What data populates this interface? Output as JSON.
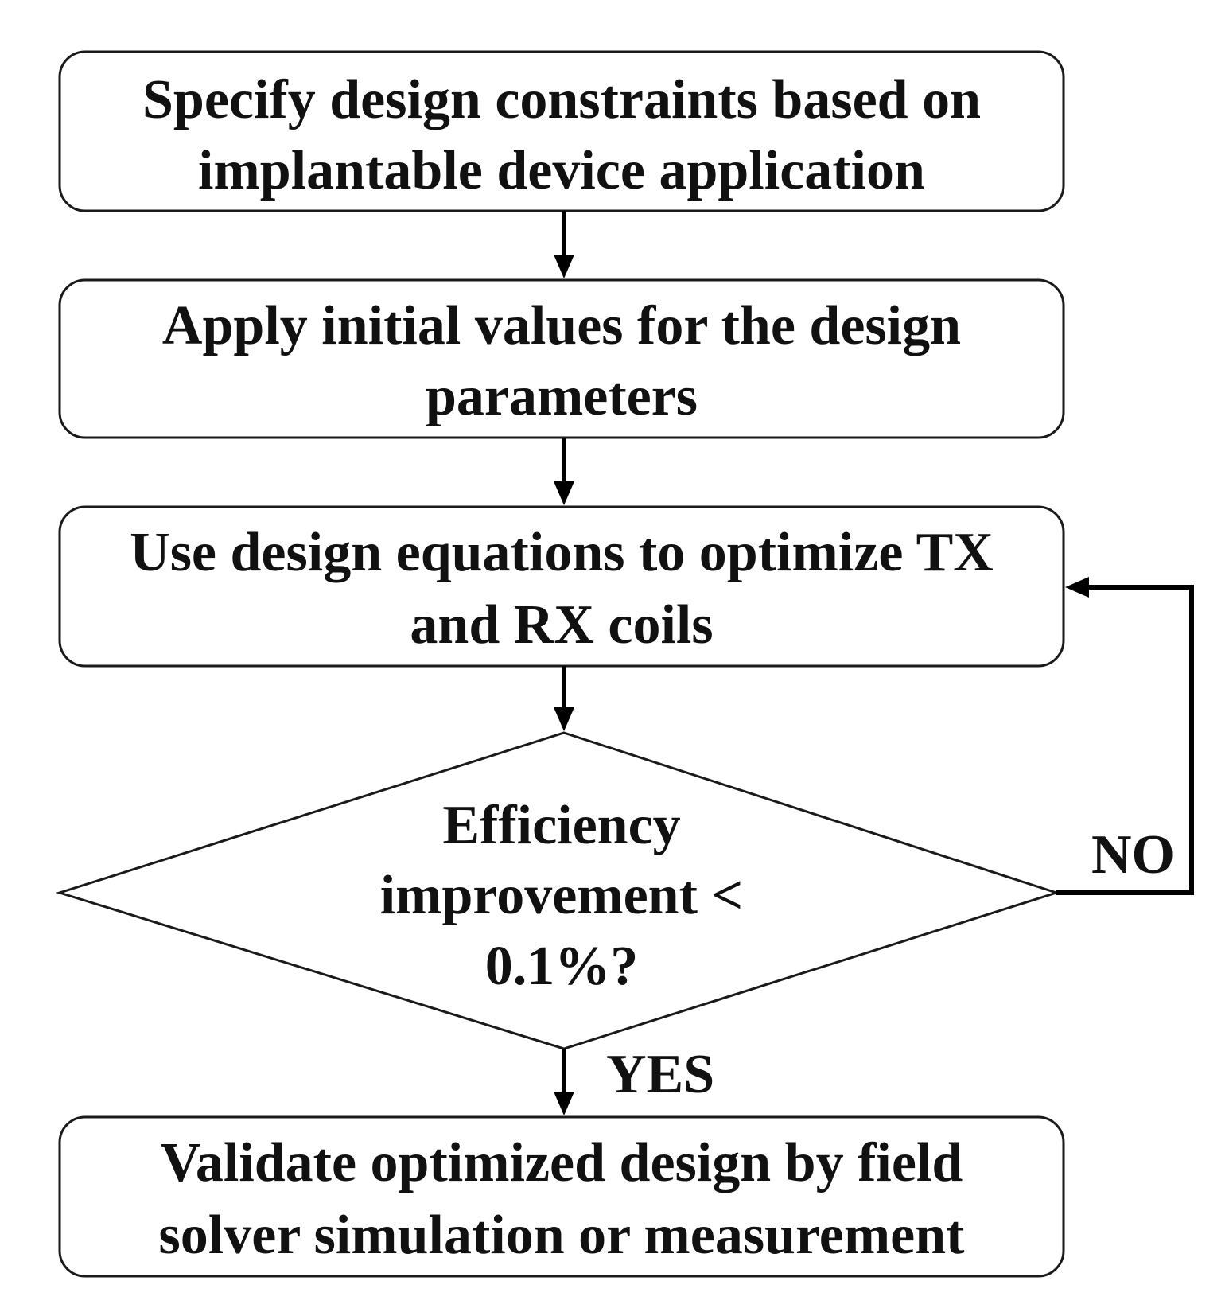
{
  "diagram": {
    "type": "flowchart",
    "nodes": [
      {
        "id": "specify",
        "shape": "rounded-rect",
        "lines": [
          "Specify design constraints based on",
          "implantable device application"
        ]
      },
      {
        "id": "apply",
        "shape": "rounded-rect",
        "lines": [
          "Apply initial values for the design",
          "parameters"
        ]
      },
      {
        "id": "optimize",
        "shape": "rounded-rect",
        "lines": [
          "Use design equations to optimize TX",
          "and RX coils"
        ]
      },
      {
        "id": "decision",
        "shape": "diamond",
        "lines": [
          "Efficiency",
          "improvement <",
          "0.1%?"
        ]
      },
      {
        "id": "validate",
        "shape": "rounded-rect",
        "lines": [
          "Validate optimized design by field",
          "solver simulation or measurement"
        ]
      }
    ],
    "edges": [
      {
        "from": "specify",
        "to": "apply",
        "label": ""
      },
      {
        "from": "apply",
        "to": "optimize",
        "label": ""
      },
      {
        "from": "optimize",
        "to": "decision",
        "label": ""
      },
      {
        "from": "decision",
        "to": "validate",
        "label": "YES"
      },
      {
        "from": "decision",
        "to": "optimize",
        "label": "NO"
      }
    ],
    "colors": {
      "stroke": "#1a1a1a",
      "arrow": "#000000",
      "text": "#111111",
      "fill": "#ffffff"
    }
  }
}
